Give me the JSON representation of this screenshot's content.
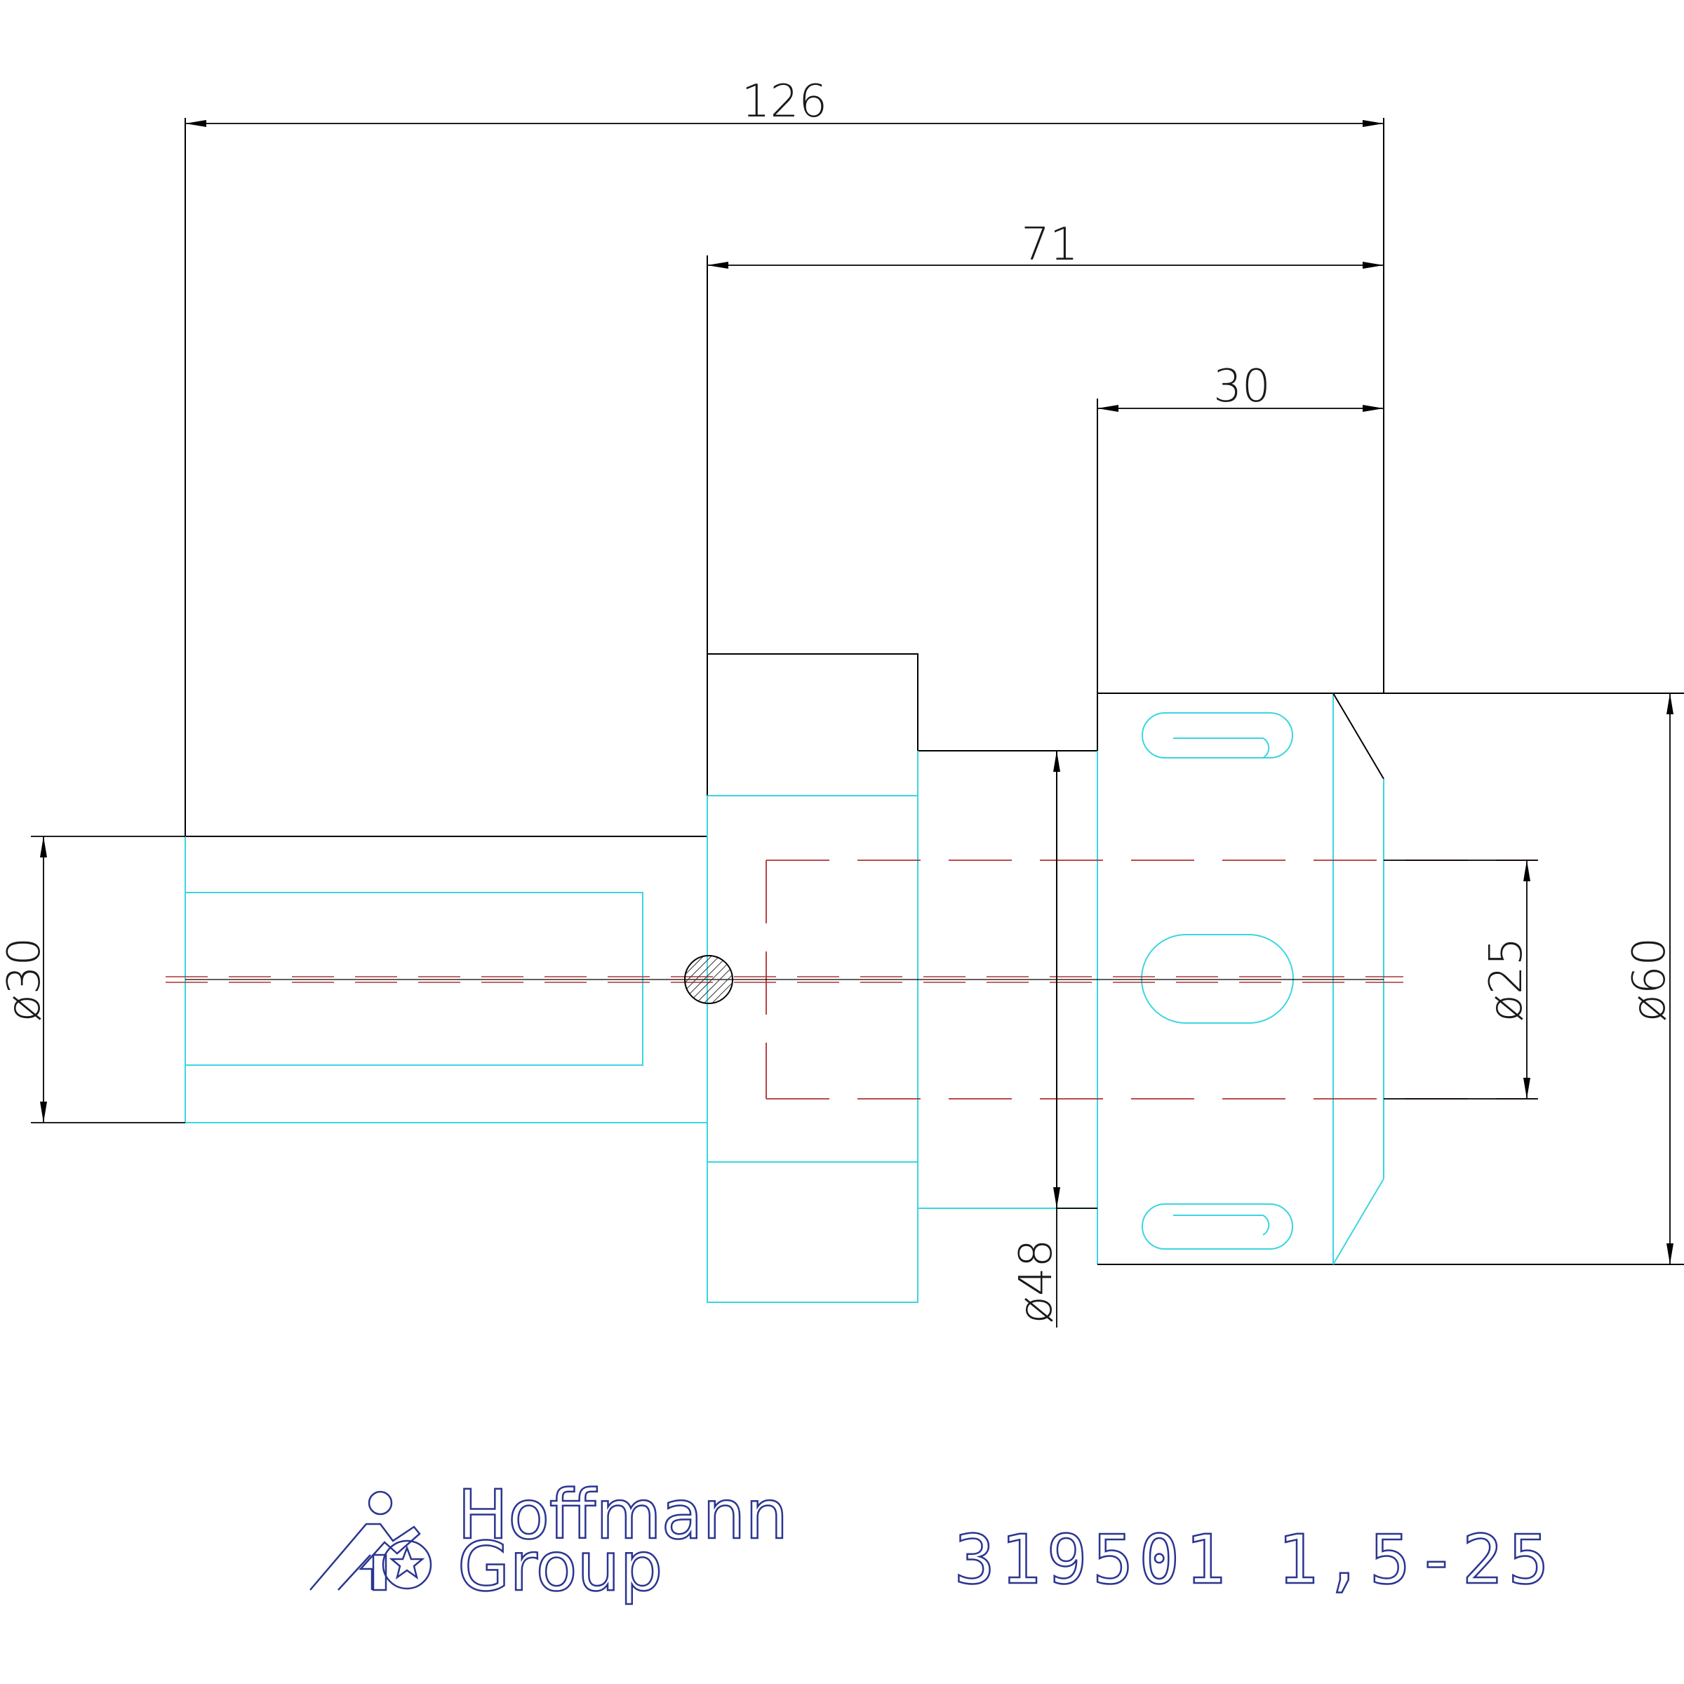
{
  "dimensions": {
    "d126": "126",
    "d71": "71",
    "d30": "30",
    "dia30": "ø30",
    "dia25": "ø25",
    "dia60": "ø60",
    "dia48": "ø48"
  },
  "logo": {
    "line1": "Hoffmann",
    "line2": "Group",
    "icon": "hoffmann-group-logo-icon"
  },
  "part_number": "319501 1,5-25",
  "colors": {
    "outline": "#000000",
    "visible_edges": "#3ad6e0",
    "hidden_lines": "#b03030",
    "logo": "#2b3590"
  }
}
